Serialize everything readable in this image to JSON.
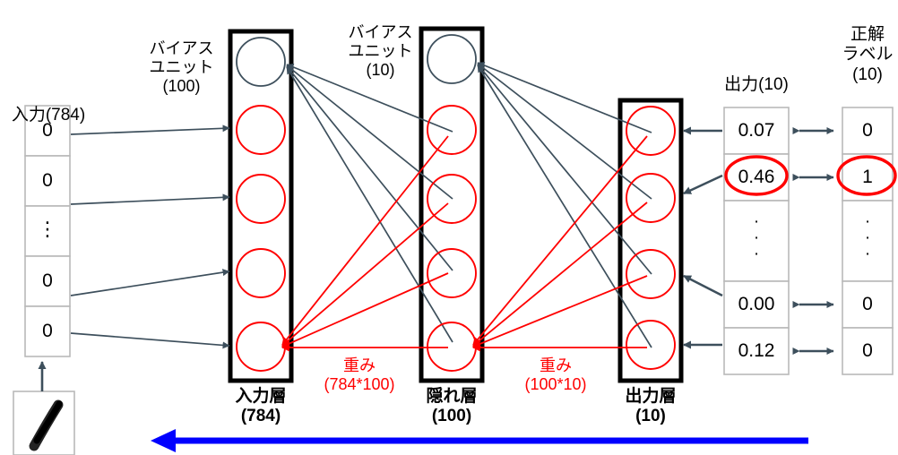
{
  "diagram": {
    "title_hidden": "",
    "colors": {
      "neuron_red": "#ff0000",
      "bias_gray": "#3d4f5c",
      "arrow_dark": "#3d4f5c",
      "cell_border": "#b9b9b9",
      "layer_border": "#000000",
      "flow_arrow_blue": "#0000ff",
      "red_text": "#ff0000"
    },
    "input_vector": {
      "label": "入力(784)",
      "cells": [
        "0",
        "0",
        "⋮",
        "0",
        "0"
      ]
    },
    "digit_image": {
      "name": "handwritten-digit-one",
      "alt": "1"
    },
    "bias_labels": [
      {
        "line1": "バイアス",
        "line2": "ユニット",
        "line3": "(100)"
      },
      {
        "line1": "バイアス",
        "line2": "ユニット",
        "line3": "(10)"
      }
    ],
    "layers": [
      {
        "name": "入力層",
        "count": "(784)",
        "neurons": 4,
        "has_bias": true
      },
      {
        "name": "隠れ層",
        "count": "(100)",
        "neurons": 4,
        "has_bias": true
      },
      {
        "name": "出力層",
        "count": "(10)",
        "neurons": 4,
        "has_bias": false
      }
    ],
    "weights": [
      {
        "name": "重み",
        "dims": "(784*100)"
      },
      {
        "name": "重み",
        "dims": "(100*10)"
      }
    ],
    "output_column": {
      "label": "出力(10)",
      "cells": [
        "0.07",
        "0.46",
        "·\n·\n·",
        "0.00",
        "0.12"
      ],
      "highlighted_index": 1
    },
    "truth_column": {
      "label_line1": "正解",
      "label_line2": "ラベル",
      "label_line3": "(10)",
      "cells": [
        "0",
        "1",
        "·\n·\n·",
        "0",
        "0"
      ],
      "highlighted_index": 1
    },
    "flow_arrow": {
      "name": "backpropagation-arrow",
      "direction": "left"
    }
  }
}
